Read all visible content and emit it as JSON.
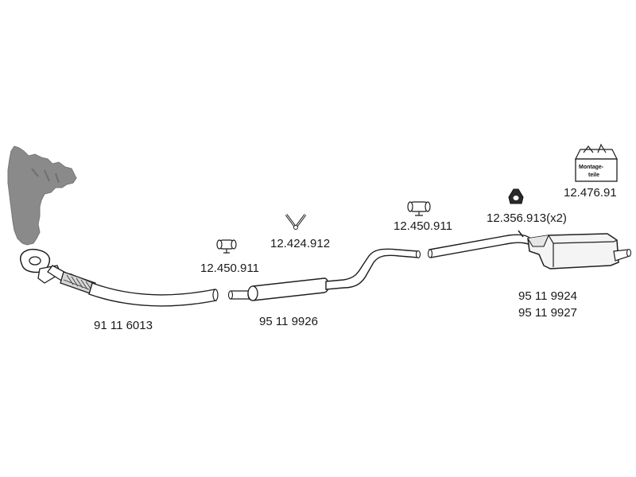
{
  "diagram": {
    "labels": {
      "front_pipe": "91 11 6013",
      "clamp_1": "12.450.911",
      "bracket": "12.424.912",
      "middle_silencer": "95 11 9926",
      "clamp_2": "12.450.911",
      "rubber_mount": "12.356.913(x2)",
      "mounting_kit": "12.476.91",
      "rear_silencer_1": "95 11 9924",
      "rear_silencer_2": "95 11 9927"
    },
    "mounting_kit_text": {
      "line1": "Montage-",
      "line2": "teile"
    },
    "colors": {
      "manifold": "#8a8a8a",
      "outline": "#1e1e1e",
      "pipe_fill": "#ffffff",
      "muffler_fill": "#f4f4f4",
      "text": "#1a1a1a"
    }
  }
}
